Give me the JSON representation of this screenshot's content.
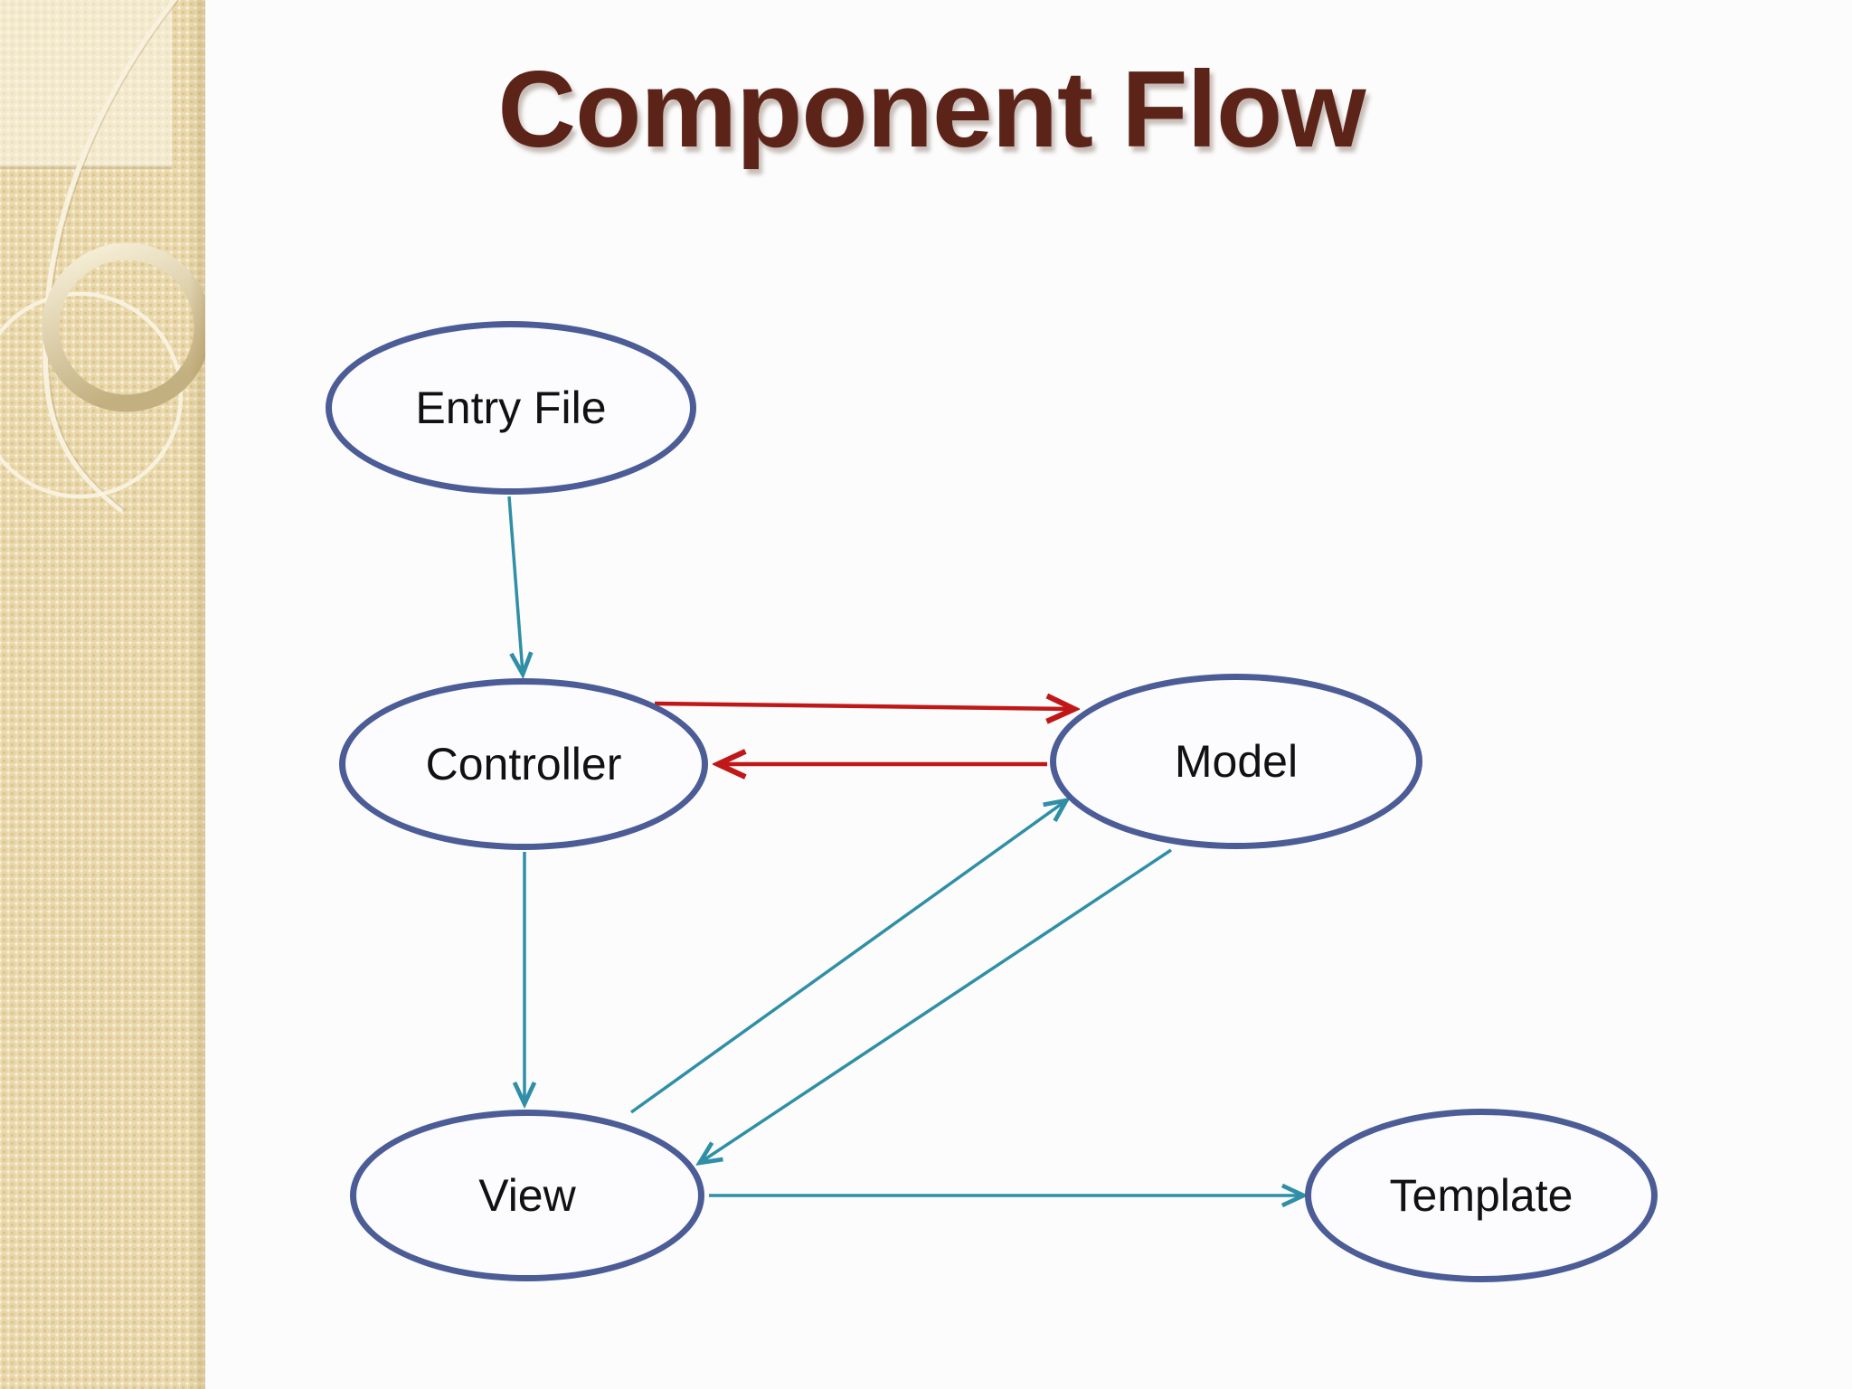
{
  "slide": {
    "title": "Component Flow"
  },
  "colors": {
    "arrow_teal": "#2f8fa6",
    "arrow_red": "#c01818",
    "node_border": "#4b5c96",
    "node_fill": "#fcfcfe",
    "title_color": "#5c2419",
    "sidebar_base": "#e9d7a9"
  },
  "diagram": {
    "nodes": {
      "entry_file": {
        "label": "Entry File"
      },
      "controller": {
        "label": "Controller"
      },
      "model": {
        "label": "Model"
      },
      "view": {
        "label": "View"
      },
      "template": {
        "label": "Template"
      }
    },
    "edges": [
      {
        "id": "entry-file-to-controller",
        "from": "Entry File",
        "to": "Controller",
        "style": "teal"
      },
      {
        "id": "controller-to-model",
        "from": "Controller",
        "to": "Model",
        "style": "red"
      },
      {
        "id": "model-to-controller",
        "from": "Model",
        "to": "Controller",
        "style": "red"
      },
      {
        "id": "controller-to-view",
        "from": "Controller",
        "to": "View",
        "style": "teal"
      },
      {
        "id": "view-to-model",
        "from": "View",
        "to": "Model",
        "style": "teal"
      },
      {
        "id": "model-to-view",
        "from": "Model",
        "to": "View",
        "style": "teal"
      },
      {
        "id": "view-to-template",
        "from": "View",
        "to": "Template",
        "style": "teal"
      }
    ]
  }
}
